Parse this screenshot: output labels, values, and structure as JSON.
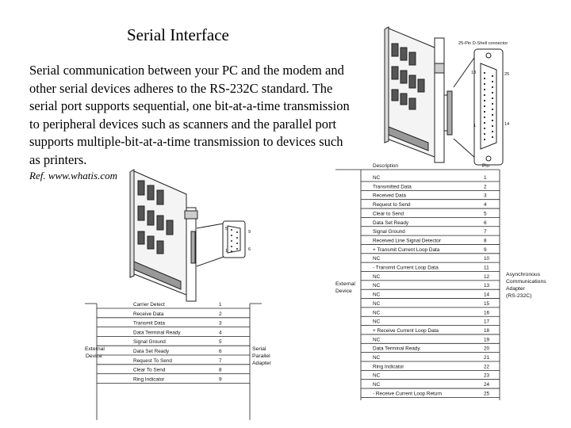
{
  "title": "Serial Interface",
  "body": "Serial communication between your PC and the modem and other serial devices adheres to the RS-232C standard. The serial port supports sequential, one bit-at-a-time transmission to peripheral devices such as scanners and the parallel port supports multiple-bit-at-a-time transmission to devices such as printers.",
  "reference": "Ref. www.whatis.com",
  "db25_figure": {
    "connector_label": "25-Pin D-Shell connector",
    "pins": [
      "13",
      "25",
      "1",
      "14"
    ]
  },
  "db9_figure": {
    "pins": [
      "5",
      "9",
      "1",
      "6"
    ]
  },
  "table9": {
    "left_label": [
      "External",
      "Device"
    ],
    "right_label": [
      "Serial",
      "Parallel",
      "Adapter"
    ],
    "rows": [
      {
        "desc": "Carrier Detect",
        "pin": "1"
      },
      {
        "desc": "Receive Data",
        "pin": "2"
      },
      {
        "desc": "Transmit Data",
        "pin": "3"
      },
      {
        "desc": "Data Terminal Ready",
        "pin": "4"
      },
      {
        "desc": "Signal Ground",
        "pin": "5"
      },
      {
        "desc": "Data Set Ready",
        "pin": "6"
      },
      {
        "desc": "Request To Send",
        "pin": "7"
      },
      {
        "desc": "Clear To Send",
        "pin": "8"
      },
      {
        "desc": "Ring Indicator",
        "pin": "9"
      }
    ]
  },
  "table25": {
    "header_desc": "Description",
    "header_pin": "Pin",
    "left_label": [
      "External",
      "Device"
    ],
    "right_label": [
      "Asynchronous",
      "Communications",
      "Adapter",
      "(RS-232C)"
    ],
    "rows": [
      {
        "desc": "NC",
        "pin": "1"
      },
      {
        "desc": "Transmitted Data",
        "pin": "2"
      },
      {
        "desc": "Received Data",
        "pin": "3"
      },
      {
        "desc": "Request to Send",
        "pin": "4"
      },
      {
        "desc": "Clear to Send",
        "pin": "5"
      },
      {
        "desc": "Data Set Ready",
        "pin": "6"
      },
      {
        "desc": "Signal Ground",
        "pin": "7"
      },
      {
        "desc": "Received Line Signal Detector",
        "pin": "8"
      },
      {
        "desc": "+ Transmit Current Loop Data",
        "pin": "9"
      },
      {
        "desc": "NC",
        "pin": "10"
      },
      {
        "desc": "- Transmit Current Loop Data",
        "pin": "11"
      },
      {
        "desc": "NC",
        "pin": "12"
      },
      {
        "desc": "NC",
        "pin": "13"
      },
      {
        "desc": "NC",
        "pin": "14"
      },
      {
        "desc": "NC",
        "pin": "15"
      },
      {
        "desc": "NC",
        "pin": "16"
      },
      {
        "desc": "NC",
        "pin": "17"
      },
      {
        "desc": "+ Receive Current Loop Data",
        "pin": "18"
      },
      {
        "desc": "NC",
        "pin": "19"
      },
      {
        "desc": "Data Terminal Ready",
        "pin": "20"
      },
      {
        "desc": "NC",
        "pin": "21"
      },
      {
        "desc": "Ring Indicator",
        "pin": "22"
      },
      {
        "desc": "NC",
        "pin": "23"
      },
      {
        "desc": "NC",
        "pin": "24"
      },
      {
        "desc": "- Receive Current Loop Return",
        "pin": "25"
      }
    ]
  }
}
